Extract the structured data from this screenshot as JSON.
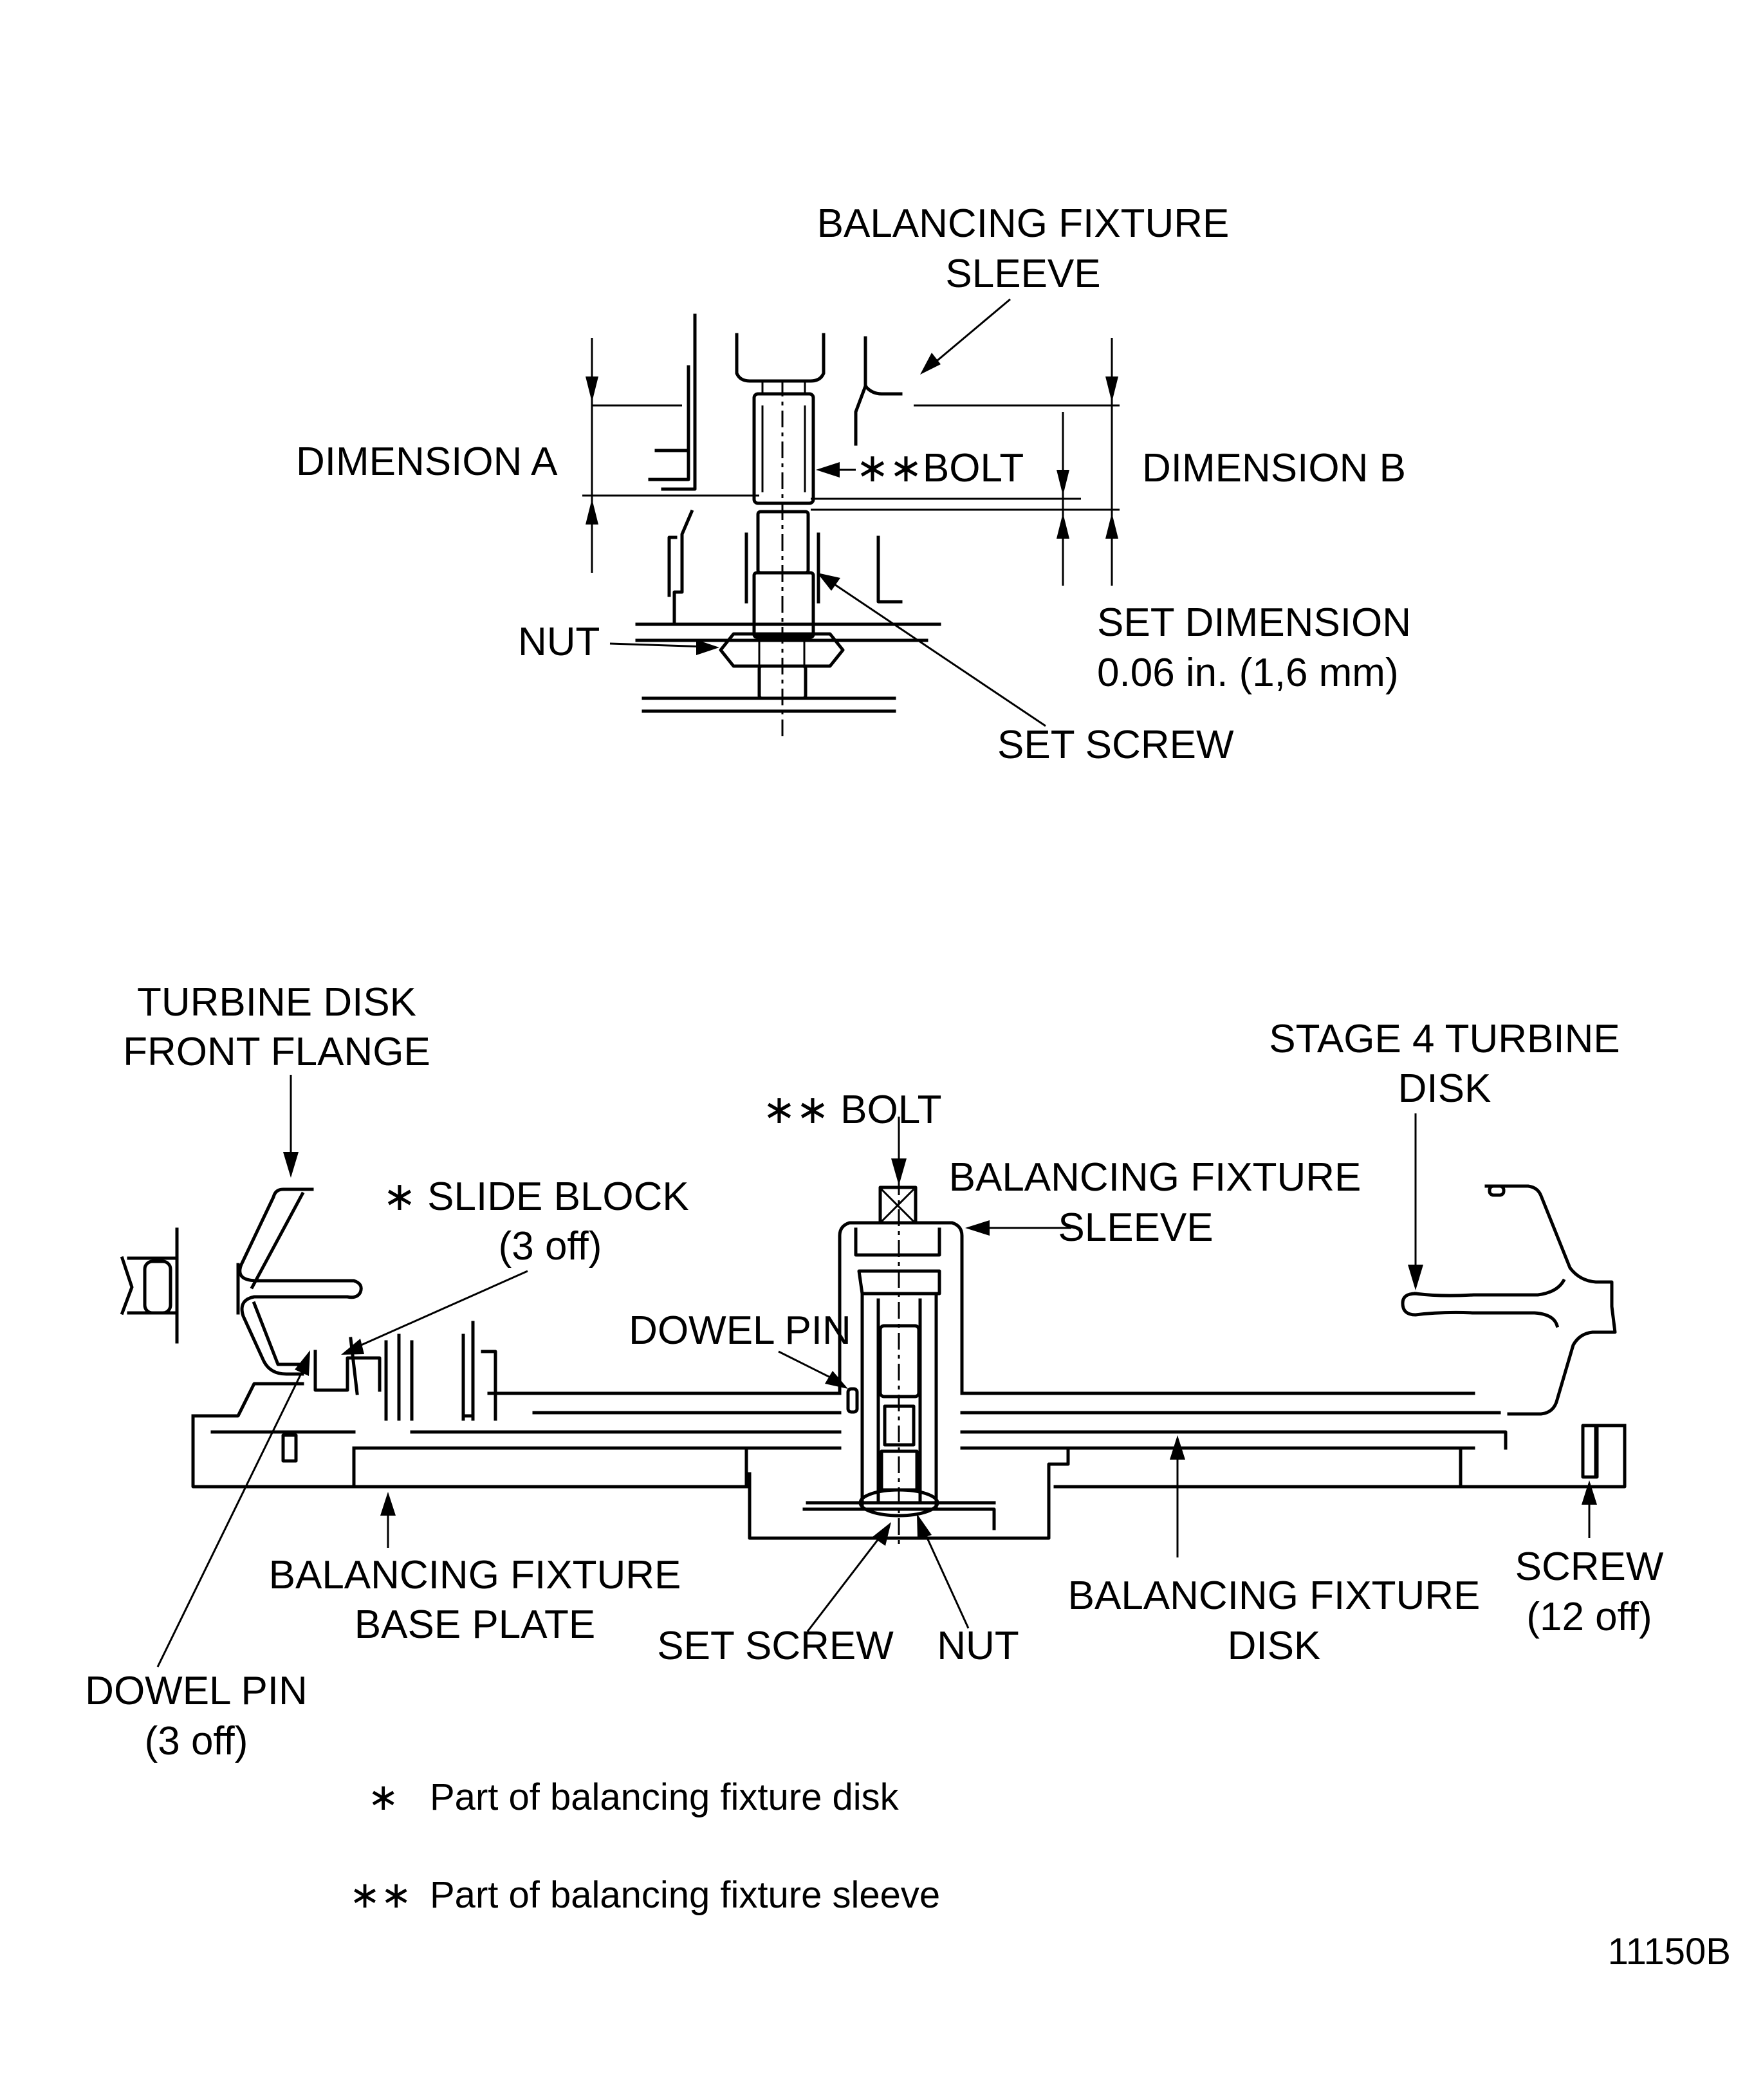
{
  "figure_id": "11150B",
  "detail_view": {
    "labels": {
      "sleeve_l1": "BALANCING FIXTURE",
      "sleeve_l2": "SLEEVE",
      "dimension_a": "DIMENSION A",
      "bolt": "∗∗BOLT",
      "dimension_b": "DIMENSION B",
      "nut": "NUT",
      "set_dim_l1": "SET DIMENSION",
      "set_dim_l2": "0.06 in. (1,6 mm)",
      "set_screw": "SET SCREW"
    }
  },
  "assembly_view": {
    "labels": {
      "front_flange_l1": "TURBINE DISK",
      "front_flange_l2": "FRONT FLANGE",
      "slide_block_l1": "∗ SLIDE BLOCK",
      "slide_block_l2": "(3 off)",
      "bolt": "∗∗ BOLT",
      "sleeve_l1": "BALANCING FIXTURE",
      "sleeve_l2": "SLEEVE",
      "dowel_pin_top": "DOWEL PIN",
      "stage4_l1": "STAGE 4 TURBINE",
      "stage4_l2": "DISK",
      "base_plate_l1": "BALANCING FIXTURE",
      "base_plate_l2": "BASE PLATE",
      "set_screw": "SET SCREW",
      "nut": "NUT",
      "fixture_disk_l1": "BALANCING FIXTURE",
      "fixture_disk_l2": "DISK",
      "screw_l1": "SCREW",
      "screw_l2": "(12 off)",
      "dowel_pin_l1": "DOWEL PIN",
      "dowel_pin_l2": "(3 off)"
    }
  },
  "footnotes": [
    {
      "marker": "∗",
      "text": "Part of balancing fixture disk"
    },
    {
      "marker": "∗∗",
      "text": "Part of balancing fixture sleeve"
    }
  ]
}
